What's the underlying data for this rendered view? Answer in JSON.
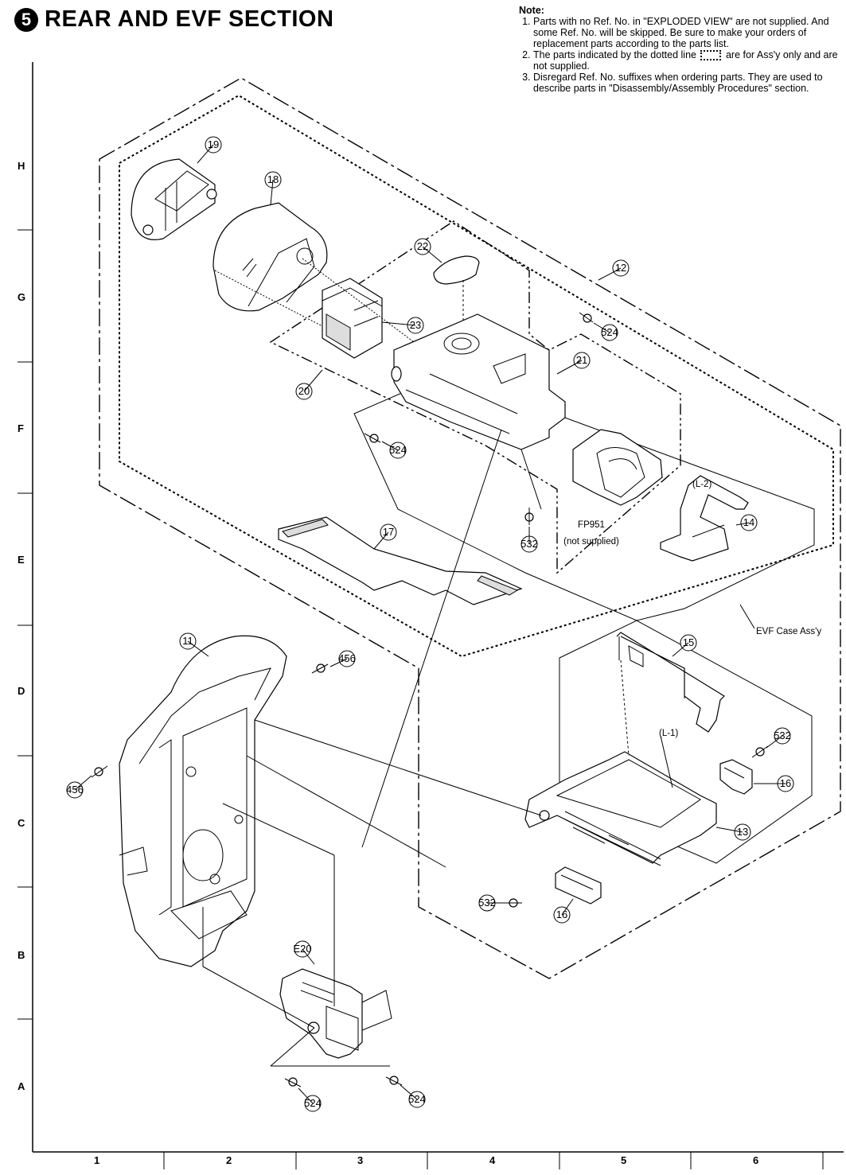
{
  "header": {
    "section_number": "5",
    "title": "REAR AND EVF SECTION"
  },
  "notes": {
    "heading": "Note:",
    "items": [
      "Parts with no Ref. No. in \"EXPLODED VIEW\" are not supplied. And some Ref. No. will be skipped.  Be sure to make your orders of replacement parts according to the parts list.",
      "The parts indicated by the dotted line",
      "are for Ass'y only and are not supplied.",
      "Disregard Ref. No. suffixes when ordering parts. They are used to describe parts in \"Disassembly/Assembly Procedures\" section."
    ]
  },
  "grid": {
    "rows": [
      "H",
      "G",
      "F",
      "E",
      "D",
      "C",
      "B",
      "A"
    ],
    "columns": [
      "1",
      "2",
      "3",
      "4",
      "5",
      "6"
    ]
  },
  "callouts": [
    "19",
    "18",
    "22",
    "12",
    "23",
    "524",
    "21",
    "20",
    "524",
    "532",
    "14",
    "17",
    "11",
    "456",
    "15",
    "532",
    "456",
    "16",
    "13",
    "532",
    "16",
    "E20",
    "524",
    "524"
  ],
  "labels": {
    "l2": "(L-2)",
    "l1": "(L-1)",
    "fp951": "FP951",
    "not_supplied": "(not supplied)",
    "evf_case": "EVF Case Ass'y"
  }
}
